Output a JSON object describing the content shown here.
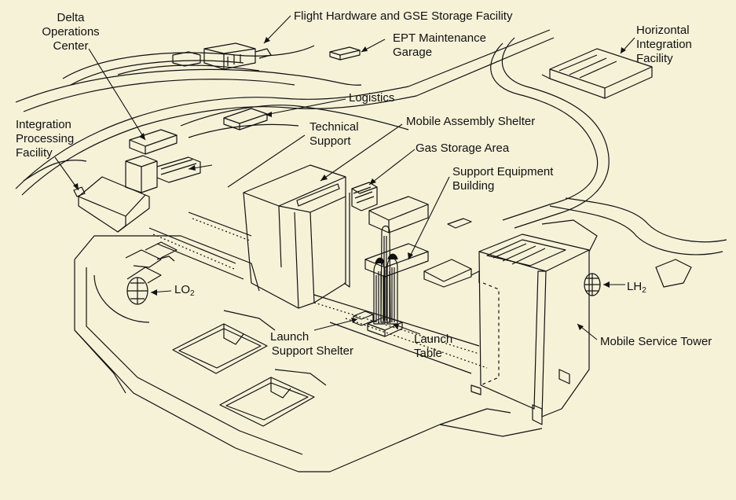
{
  "labels": {
    "delta_ops": [
      "Delta",
      "Operations",
      "Center"
    ],
    "flight_hw": "Flight Hardware and GSE Storage Facility",
    "ept": [
      "EPT Maintenance",
      "Garage"
    ],
    "horizontal": [
      "Horizontal",
      "Integration",
      "Facility"
    ],
    "integration": [
      "Integration",
      "Processing",
      "Facility"
    ],
    "logistics": "Logistics",
    "technical": [
      "Technical",
      "Support"
    ],
    "mobile_assembly": "Mobile Assembly Shelter",
    "gas_storage": "Gas Storage Area",
    "support_equipment": [
      "Support Equipment",
      "Building"
    ],
    "lo2": {
      "base": "LO",
      "sub": "2"
    },
    "lh2": {
      "base": "LH",
      "sub": "2"
    },
    "launch_support": [
      "Launch",
      "Support Shelter"
    ],
    "launch_table": [
      "Launch",
      "Table"
    ],
    "mobile_service": "Mobile Service Tower"
  },
  "colors": {
    "background": "#f6f2d8",
    "ink": "#111111"
  }
}
